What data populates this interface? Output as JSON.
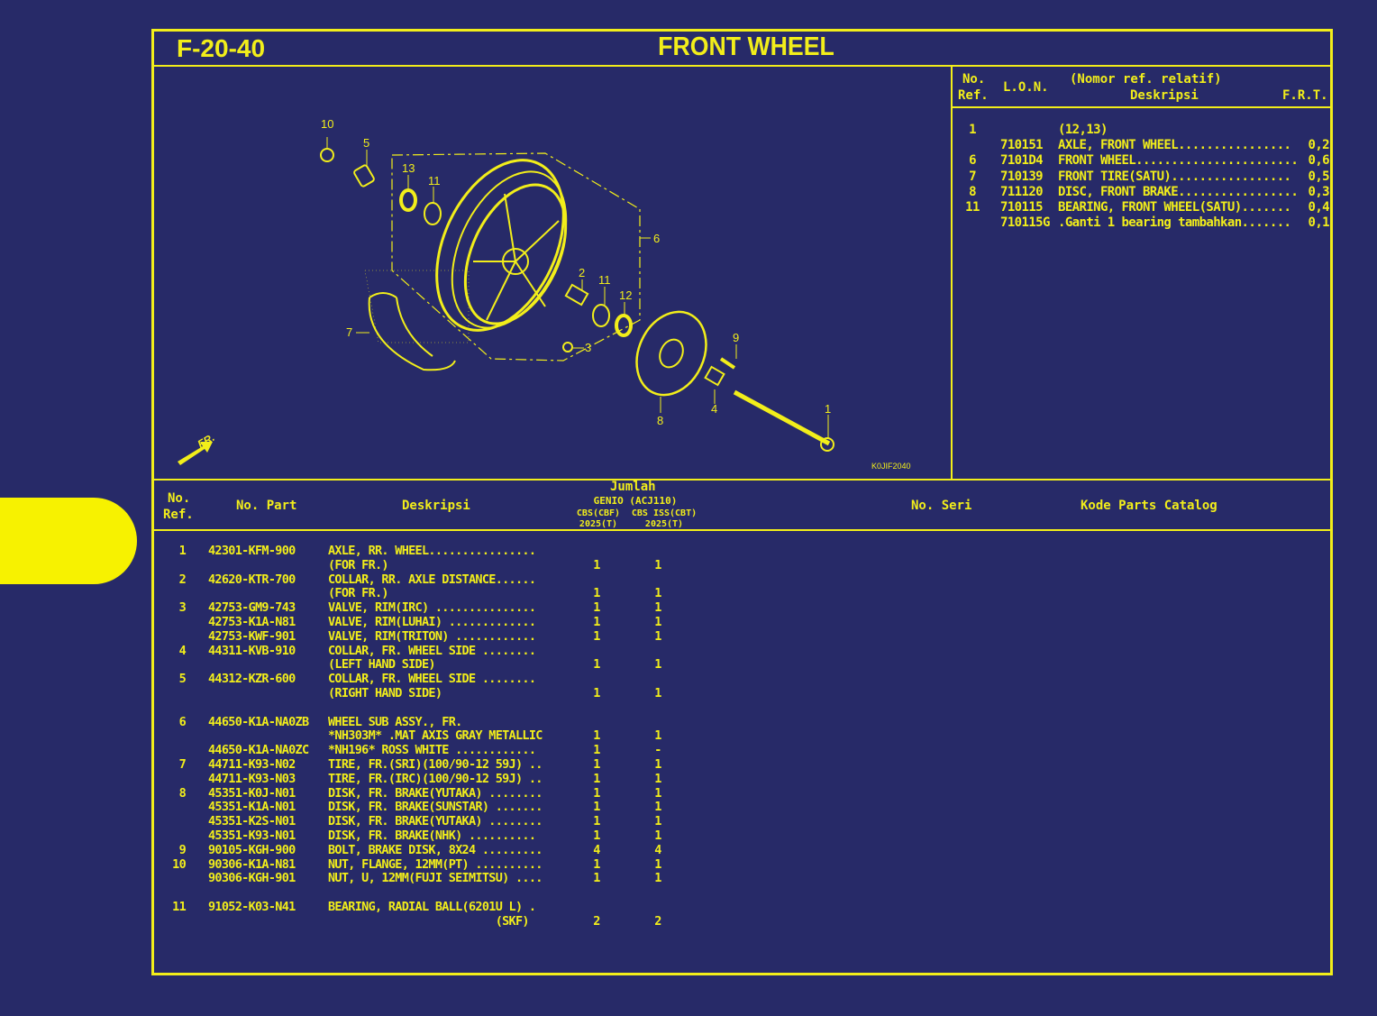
{
  "header": {
    "code": "F-20-40",
    "title": "FRONT WHEEL"
  },
  "diagram": {
    "image_code": "K0JIF2040",
    "front_label": "FR.",
    "callouts": [
      "10",
      "5",
      "13",
      "11",
      "6",
      "2",
      "11",
      "12",
      "7",
      "3",
      "9",
      "8",
      "4",
      "1"
    ]
  },
  "frt_table": {
    "headers": {
      "ref_line1": "No.",
      "ref_line2": "Ref.",
      "lon": "L.O.N.",
      "desc_line1": "(Nomor ref. relatif)",
      "desc_line2": "Deskripsi",
      "frt": "F.R.T."
    },
    "rows": [
      {
        "ref": "1",
        "lon": "",
        "desc": "(12,13)",
        "frt": ""
      },
      {
        "ref": "",
        "lon": "710151",
        "desc": "AXLE, FRONT WHEEL................",
        "frt": "0,2"
      },
      {
        "ref": "6",
        "lon": "7101D4",
        "desc": "FRONT WHEEL.......................",
        "frt": "0,6"
      },
      {
        "ref": "7",
        "lon": "710139",
        "desc": "FRONT TIRE(SATU).................",
        "frt": "0,5"
      },
      {
        "ref": "8",
        "lon": "711120",
        "desc": "DISC, FRONT BRAKE.................",
        "frt": "0,3"
      },
      {
        "ref": "11",
        "lon": "710115",
        "desc": "BEARING, FRONT WHEEL(SATU).......",
        "frt": "0,4"
      },
      {
        "ref": "",
        "lon": "710115G",
        "desc": ".Ganti 1 bearing tambahkan.......",
        "frt": "0,1"
      }
    ]
  },
  "parts_table": {
    "headers": {
      "ref_line1": "No.",
      "ref_line2": "Ref.",
      "part": "No. Part",
      "desc": "Deskripsi",
      "qty": "Jumlah",
      "model": "GENIO (ACJ110)",
      "var1": "CBS(CBF)",
      "var1_year": "2025(T)",
      "var2": "CBS ISS(CBT)",
      "var2_year": "2025(T)",
      "serial": "No. Seri",
      "catalog": "Kode Parts Catalog"
    },
    "lines": [
      {
        "ref": "1",
        "part": "42301-KFM-900",
        "desc": "AXLE, RR. WHEEL................",
        "q1": "",
        "q2": ""
      },
      {
        "ref": "",
        "part": "",
        "desc": "(FOR FR.)",
        "q1": "1",
        "q2": "1"
      },
      {
        "ref": "2",
        "part": "42620-KTR-700",
        "desc": "COLLAR, RR. AXLE DISTANCE......",
        "q1": "",
        "q2": ""
      },
      {
        "ref": "",
        "part": "",
        "desc": "(FOR FR.)",
        "q1": "1",
        "q2": "1"
      },
      {
        "ref": "3",
        "part": "42753-GM9-743",
        "desc": "VALVE, RIM(IRC) ...............",
        "q1": "1",
        "q2": "1"
      },
      {
        "ref": "",
        "part": "42753-K1A-N81",
        "desc": "VALVE, RIM(LUHAI) .............",
        "q1": "1",
        "q2": "1"
      },
      {
        "ref": "",
        "part": "42753-KWF-901",
        "desc": "VALVE, RIM(TRITON) ............",
        "q1": "1",
        "q2": "1"
      },
      {
        "ref": "4",
        "part": "44311-KVB-910",
        "desc": "COLLAR, FR. WHEEL SIDE ........",
        "q1": "",
        "q2": ""
      },
      {
        "ref": "",
        "part": "",
        "desc": "(LEFT HAND SIDE)",
        "q1": "1",
        "q2": "1"
      },
      {
        "ref": "5",
        "part": "44312-KZR-600",
        "desc": "COLLAR, FR. WHEEL SIDE ........",
        "q1": "",
        "q2": ""
      },
      {
        "ref": "",
        "part": "",
        "desc": "(RIGHT HAND SIDE)",
        "q1": "1",
        "q2": "1"
      },
      {
        "ref": "",
        "part": "",
        "desc": "",
        "q1": "",
        "q2": ""
      },
      {
        "ref": "6",
        "part": "44650-K1A-NA0ZB",
        "desc": "WHEEL SUB ASSY., FR.",
        "q1": "",
        "q2": ""
      },
      {
        "ref": "",
        "part": "",
        "desc": "*NH303M* .MAT AXIS GRAY METALLIC",
        "q1": "1",
        "q2": "1"
      },
      {
        "ref": "",
        "part": "44650-K1A-NA0ZC",
        "desc": "*NH196* ROSS WHITE ............",
        "q1": "1",
        "q2": "-"
      },
      {
        "ref": "7",
        "part": "44711-K93-N02",
        "desc": "TIRE, FR.(SRI)(100/90-12 59J) ..",
        "q1": "1",
        "q2": "1"
      },
      {
        "ref": "",
        "part": "44711-K93-N03",
        "desc": "TIRE, FR.(IRC)(100/90-12 59J) ..",
        "q1": "1",
        "q2": "1"
      },
      {
        "ref": "8",
        "part": "45351-K0J-N01",
        "desc": "DISK, FR. BRAKE(YUTAKA) ........",
        "q1": "1",
        "q2": "1"
      },
      {
        "ref": "",
        "part": "45351-K1A-N01",
        "desc": "DISK, FR. BRAKE(SUNSTAR) .......",
        "q1": "1",
        "q2": "1"
      },
      {
        "ref": "",
        "part": "45351-K2S-N01",
        "desc": "DISK, FR. BRAKE(YUTAKA) ........",
        "q1": "1",
        "q2": "1"
      },
      {
        "ref": "",
        "part": "45351-K93-N01",
        "desc": "DISK, FR. BRAKE(NHK) ..........",
        "q1": "1",
        "q2": "1"
      },
      {
        "ref": "9",
        "part": "90105-KGH-900",
        "desc": "BOLT, BRAKE DISK, 8X24 .........",
        "q1": "4",
        "q2": "4"
      },
      {
        "ref": "10",
        "part": "90306-K1A-N81",
        "desc": "NUT, FLANGE, 12MM(PT) ..........",
        "q1": "1",
        "q2": "1"
      },
      {
        "ref": "",
        "part": "90306-KGH-901",
        "desc": "NUT, U, 12MM(FUJI SEIMITSU) ....",
        "q1": "1",
        "q2": "1"
      },
      {
        "ref": "",
        "part": "",
        "desc": "",
        "q1": "",
        "q2": ""
      },
      {
        "ref": "11",
        "part": "91052-K03-N41",
        "desc": "BEARING, RADIAL BALL(6201U L) .",
        "q1": "",
        "q2": ""
      },
      {
        "ref": "",
        "part": "",
        "desc": "                         (SKF)",
        "q1": "2",
        "q2": "2"
      }
    ]
  },
  "colors": {
    "background": "#272a68",
    "accent": "#f2ee1a",
    "tab": "#f7f200"
  }
}
